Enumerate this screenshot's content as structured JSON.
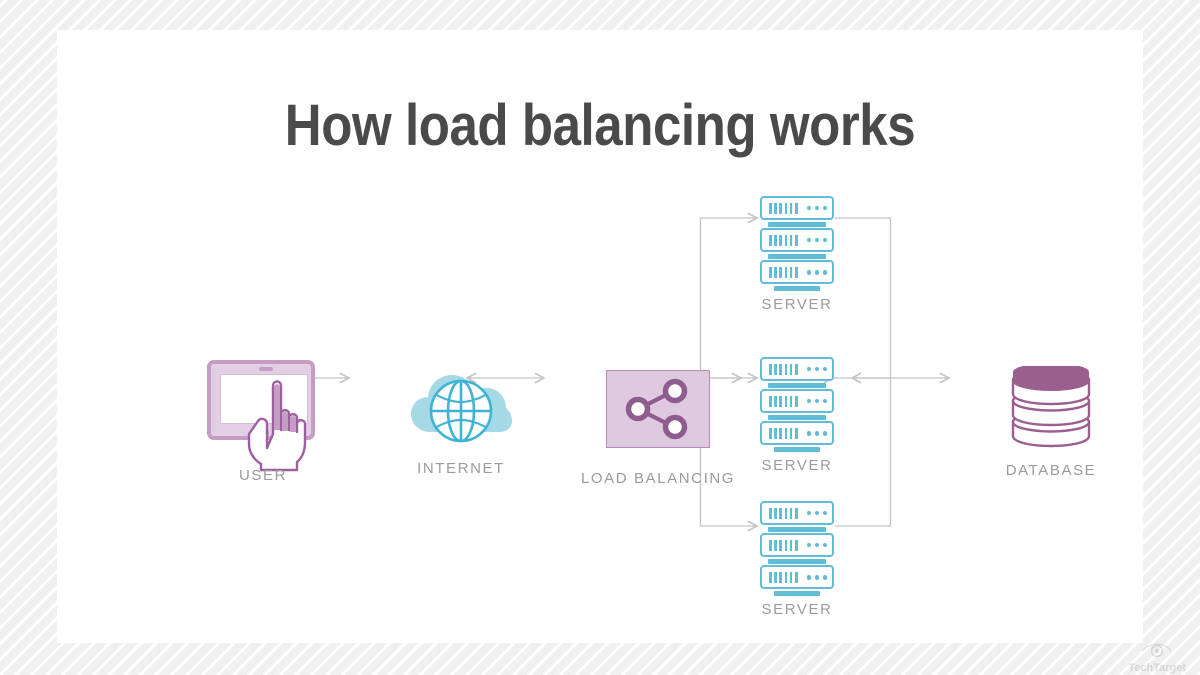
{
  "page": {
    "title": "How load balancing works",
    "background_color": "#f1f1f1",
    "card_color": "#ffffff",
    "title_color": "#4a4a4a"
  },
  "palette": {
    "purple": "#b48cb6",
    "purple_fill": "#dfc9e1",
    "blue": "#63bcd6",
    "cloud_blue": "#a4d9e5",
    "label_gray": "#9b9b9b",
    "connector_gray": "#c8c8c8"
  },
  "nodes": {
    "user": {
      "label": "USER",
      "icon": "tablet-hand-icon",
      "color": "#b48cb6"
    },
    "internet": {
      "label": "INTERNET",
      "icon": "cloud-globe-icon",
      "color": "#63bcd6"
    },
    "load_balancer": {
      "label": "LOAD BALANCING",
      "icon": "share-nodes-icon",
      "color": "#b48cb6"
    },
    "servers": [
      {
        "label": "SERVER",
        "icon": "server-rack-icon",
        "color": "#63bcd6",
        "units": 3
      },
      {
        "label": "SERVER",
        "icon": "server-rack-icon",
        "color": "#63bcd6",
        "units": 3
      },
      {
        "label": "SERVER",
        "icon": "server-rack-icon",
        "color": "#63bcd6",
        "units": 3
      }
    ],
    "database": {
      "label": "DATABASE",
      "icon": "database-cylinder-icon",
      "color": "#b48cb6",
      "layers": 3
    }
  },
  "connectors": [
    {
      "from": "user",
      "to": "internet",
      "style": "double-arrow"
    },
    {
      "from": "internet",
      "to": "load_balancer",
      "style": "double-arrow"
    },
    {
      "from": "load_balancer",
      "to": "server-bracket-left",
      "style": "double-arrow"
    },
    {
      "from": "server-bracket-left",
      "to": "server-1",
      "style": "arrow-right"
    },
    {
      "from": "server-bracket-left",
      "to": "server-2",
      "style": "arrow-right"
    },
    {
      "from": "server-bracket-left",
      "to": "server-3",
      "style": "arrow-right"
    },
    {
      "from": "server-bracket-right",
      "to": "load_balancer_return",
      "style": "arrow-left"
    },
    {
      "from": "server-bracket-right",
      "to": "database",
      "style": "double-arrow"
    }
  ],
  "watermark": {
    "brand": "TechTarget",
    "icon": "eye-logo-icon"
  },
  "footer": {
    "note": ""
  }
}
